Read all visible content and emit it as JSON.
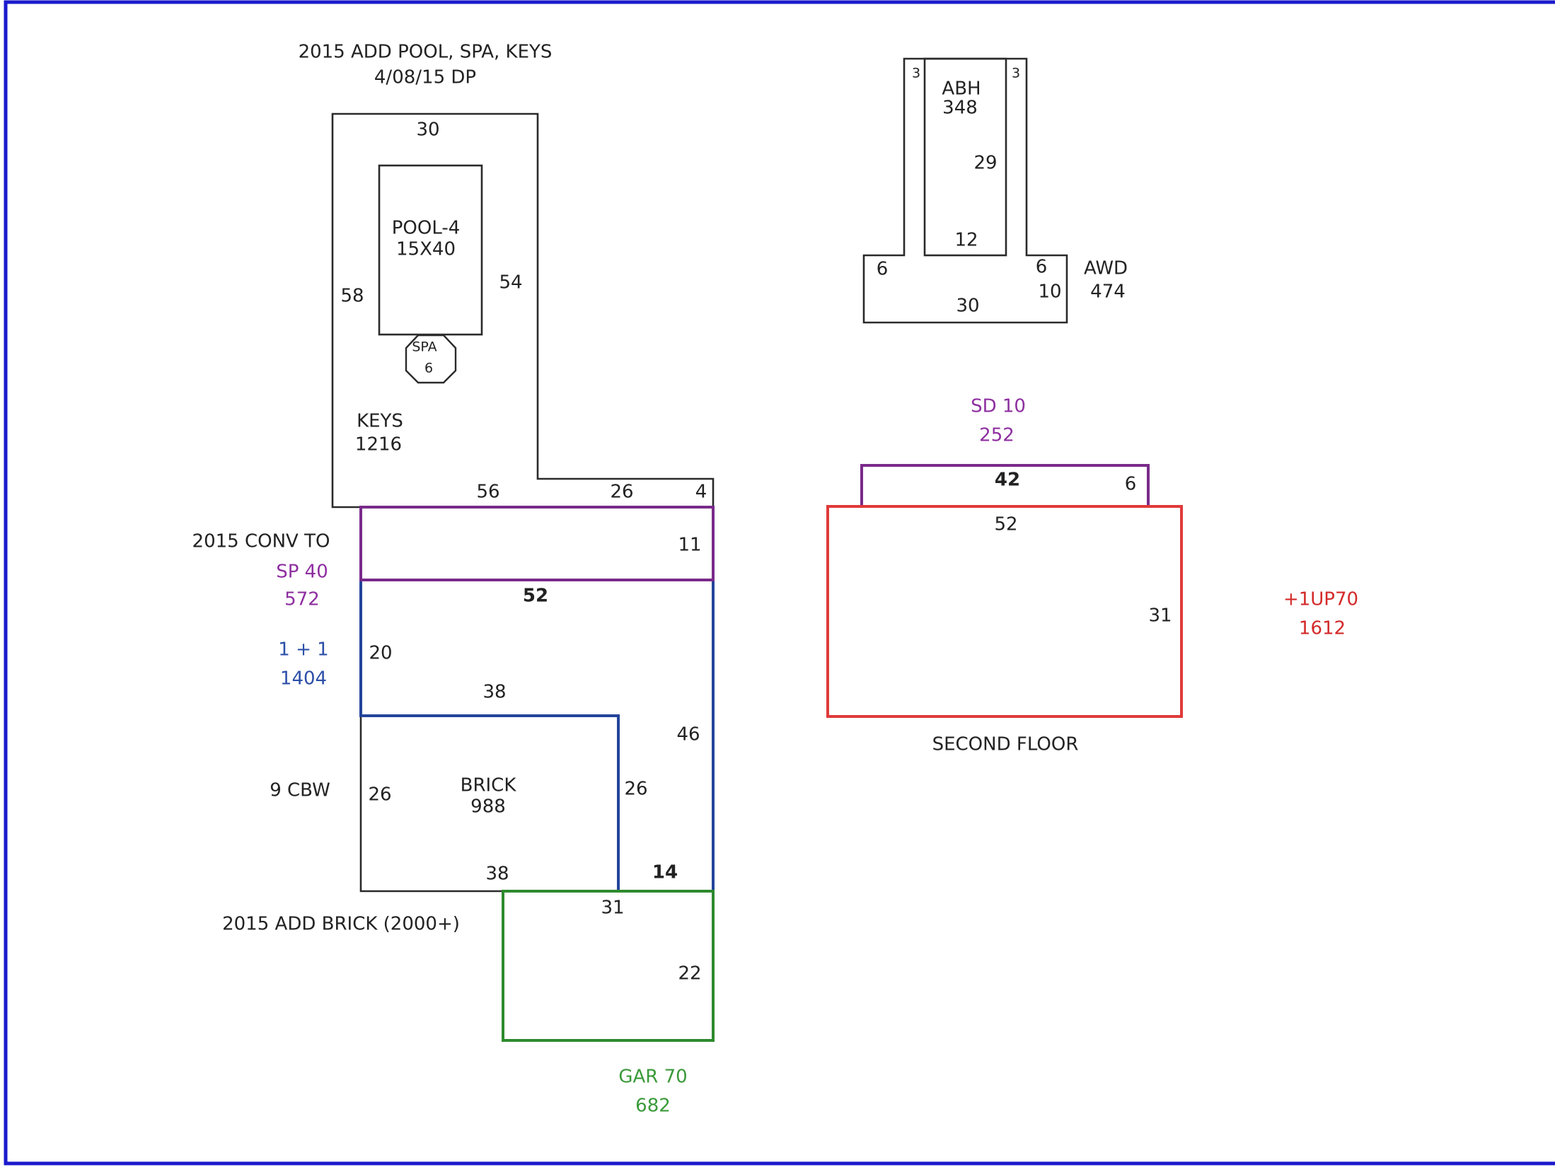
{
  "colors": {
    "frame": "#1a1acc",
    "black": "#2a2a2a",
    "purple": "#7a2a8a",
    "blue": "#23449a",
    "green": "#2d8a2d",
    "red": "#e03a3a",
    "text_purple": "#8e2fa0",
    "text_blue": "#2c4fa8",
    "text_green": "#3a9a3a",
    "text_red": "#d32a2a",
    "text_black": "#222222"
  },
  "notes": {
    "pool_note_line1": "2015 ADD POOL, SPA, KEYS",
    "pool_note_line2": "4/08/15 DP",
    "conv_note": "2015 CONV TO",
    "brick_add_note": "2015 ADD BRICK (2000+)",
    "cbw_note": "9 CBW",
    "second_floor": "SECOND FLOOR"
  },
  "areas": {
    "pool_name": "POOL-4",
    "pool_size": "15X40",
    "spa_name": "SPA",
    "spa_size": "6",
    "keys_name": "KEYS",
    "keys_area": "1216",
    "abh_name": "ABH",
    "abh_area": "348",
    "awd_name": "AWD",
    "awd_area": "474",
    "sp_name": "SP 40",
    "sp_area": "572",
    "base_name": "1 + 1",
    "base_area": "1404",
    "brick_name": "BRICK",
    "brick_area": "988",
    "gar_name": "GAR 70",
    "gar_area": "682",
    "sd_name": "SD 10",
    "sd_area": "252",
    "up_name": "+1UP70",
    "up_area": "1612"
  },
  "dimensions": {
    "keys_top": "30",
    "keys_left": "58",
    "keys_right": "54",
    "keys_bottom_left": "56",
    "keys_bottom_right": "26",
    "keys_step": "4",
    "abh_left_width": "3",
    "abh_right_width": "3",
    "abh_height": "29",
    "abh_base_width": "12",
    "awd_left": "6",
    "awd_right": "6",
    "awd_height": "10",
    "awd_bottom": "30",
    "sp_height": "11",
    "base_top": "52",
    "base_left_upper": "20",
    "base_right": "46",
    "base_inner": "38",
    "brick_left": "26",
    "brick_right": "26",
    "brick_bottom": "38",
    "brick_step": "14",
    "gar_top": "31",
    "gar_right": "22",
    "sd_width": "42",
    "sd_height": "6",
    "up_width": "52",
    "up_height": "31"
  }
}
